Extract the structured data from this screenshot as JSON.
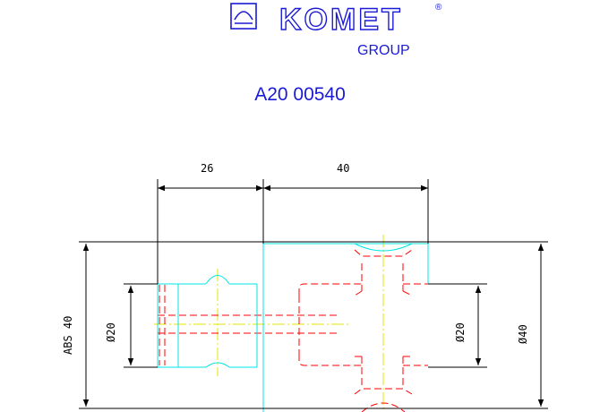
{
  "logo": {
    "brand": "KOMET",
    "registered": "®",
    "group": "GROUP",
    "color": "#1a1ad6"
  },
  "part_number": "A20 00540",
  "dimensions": {
    "d1_length": "26",
    "d2_length": "40",
    "abs_height": "ABS 40",
    "dia_left": "Ø20",
    "dia_right": "Ø20",
    "dia_outer": "Ø40"
  },
  "colors": {
    "outline": "#00e5e5",
    "hidden": "#ff0000",
    "centerline": "#e5e500",
    "dimension": "#000000"
  }
}
